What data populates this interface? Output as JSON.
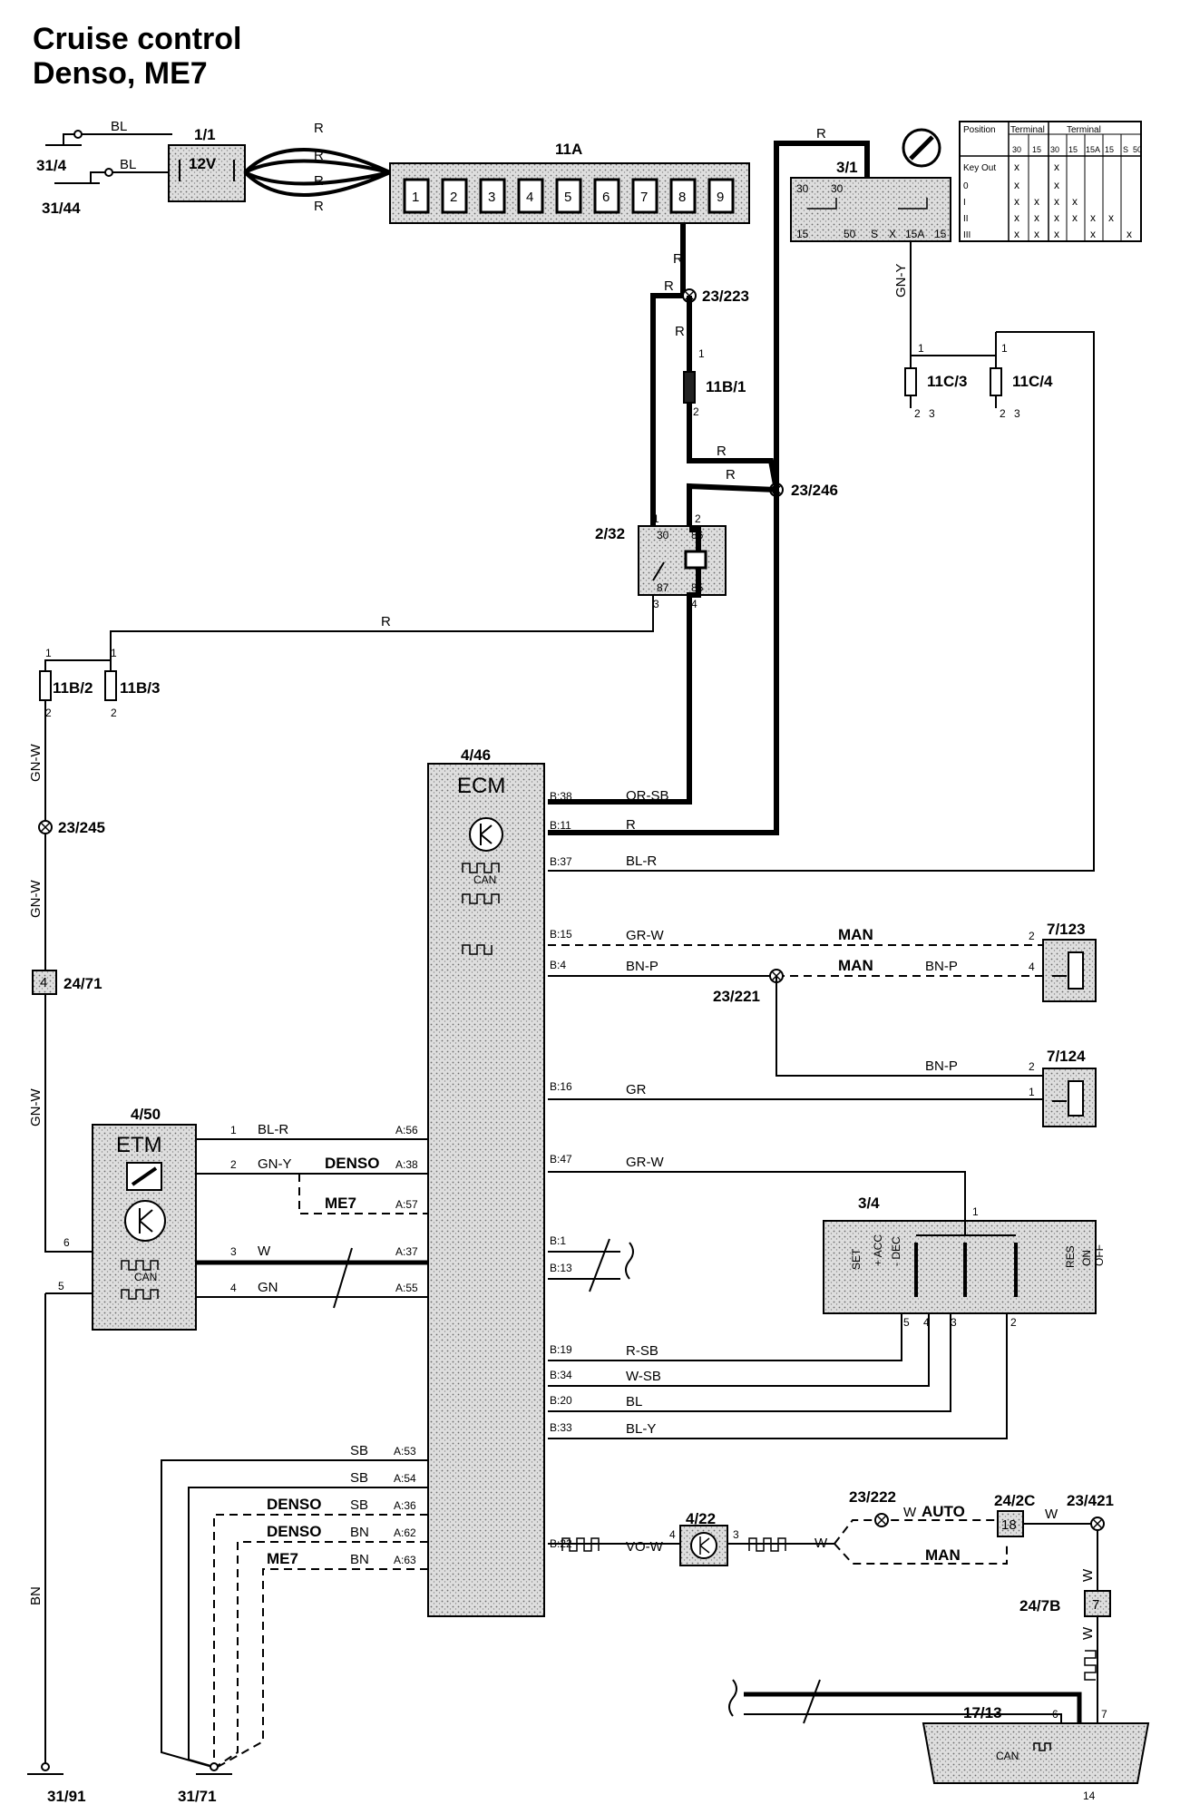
{
  "title": {
    "line1": "Cruise control",
    "line2": "Denso, ME7"
  },
  "components": {
    "battery": {
      "id": "1/1",
      "voltage": "12V"
    },
    "fusebox": {
      "id": "11A",
      "slots": [
        "1",
        "2",
        "3",
        "4",
        "5",
        "6",
        "7",
        "8",
        "9"
      ]
    },
    "ignition_switch": {
      "id": "3/1",
      "pins": [
        "30",
        "15",
        "50",
        "S",
        "X",
        "15A",
        "15"
      ]
    },
    "relay": {
      "id": "2/32",
      "pins": [
        "30",
        "86",
        "87",
        "85"
      ],
      "pin_numbers": [
        "1",
        "2",
        "3",
        "4"
      ]
    },
    "ecm": {
      "id": "4/46",
      "name": "ECM",
      "can": "CAN"
    },
    "etm": {
      "id": "4/50",
      "name": "ETM",
      "can": "CAN"
    },
    "brake_sw_1": {
      "id": "7/123"
    },
    "brake_sw_2": {
      "id": "7/124"
    },
    "cruise_switch": {
      "id": "3/4",
      "labels": [
        "SET",
        "+ ACC",
        "- DEC",
        "RES",
        "ON",
        "OFF"
      ]
    },
    "speed_sensor": {
      "id": "4/22"
    },
    "diag_connector": {
      "id": "17/13"
    },
    "conn_24_2c": {
      "id": "24/2C",
      "pin": "18"
    },
    "conn_24_7b": {
      "id": "24/7B",
      "pin": "7"
    },
    "conn_24_71": {
      "id": "24/71",
      "pin": "4"
    }
  },
  "fuses": {
    "f11b1": "11B/1",
    "f11b2": "11B/2",
    "f11b3": "11B/3",
    "f11c3": "11C/3",
    "f11c4": "11C/4"
  },
  "splices": {
    "s23_223": "23/223",
    "s23_246": "23/246",
    "s23_245": "23/245",
    "s23_221": "23/221",
    "s23_222": "23/222",
    "s23_421": "23/421"
  },
  "grounds": {
    "g31_4": "31/4",
    "g31_44": "31/44",
    "g31_91": "31/91",
    "g31_71": "31/71"
  },
  "ecm_pins": {
    "b38": "B:38",
    "b11": "B:11",
    "b37": "B:37",
    "b15": "B:15",
    "b4": "B:4",
    "b16": "B:16",
    "b47": "B:47",
    "b1": "B:1",
    "b13": "B:13",
    "b19": "B:19",
    "b34": "B:34",
    "b20": "B:20",
    "b33": "B:33",
    "b22": "B:22",
    "a56": "A:56",
    "a38": "A:38",
    "a57": "A:57",
    "a37": "A:37",
    "a55": "A:55",
    "a53": "A:53",
    "a54": "A:54",
    "a36": "A:36",
    "a62": "A:62",
    "a63": "A:63"
  },
  "wire_colors": {
    "bl": "BL",
    "r": "R",
    "gny": "GN-Y",
    "gnw": "GN-W",
    "orsb": "OR-SB",
    "blr": "BL-R",
    "grw": "GR-W",
    "bnp": "BN-P",
    "gr": "GR",
    "w": "W",
    "gn": "GN",
    "rsb": "R-SB",
    "wsb": "W-SB",
    "bly": "BL-Y",
    "sb": "SB",
    "bn": "BN",
    "vow": "VO-W"
  },
  "variants": {
    "man": "MAN",
    "auto": "AUTO",
    "denso": "DENSO",
    "me7": "ME7"
  },
  "ignition_table": {
    "headers": [
      "Position",
      "Terminal",
      "Terminal"
    ],
    "terminal_cols": [
      "30",
      "15",
      "30",
      "15",
      "15A",
      "15",
      "S",
      "50"
    ],
    "rows": [
      "Key Out",
      "0",
      "I",
      "II",
      "III"
    ],
    "mark": "x"
  },
  "pin_labels": {
    "p1": "1",
    "p2": "2",
    "p3": "3",
    "p4": "4",
    "p5": "5",
    "p6": "6",
    "p7": "7",
    "p14": "14"
  }
}
